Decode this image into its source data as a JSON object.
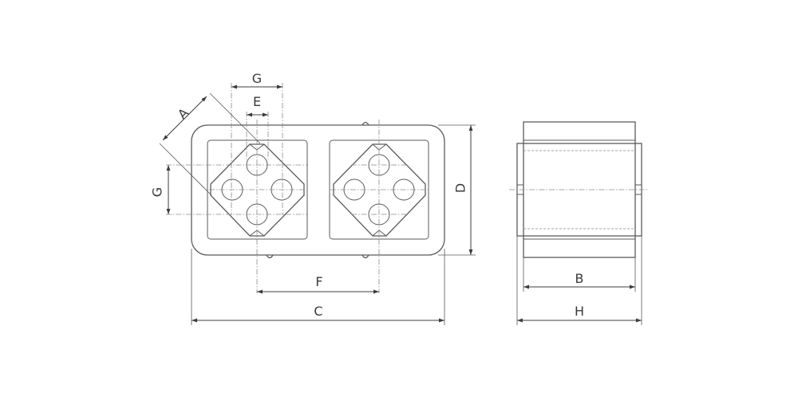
{
  "labels": {
    "A": "A",
    "B": "B",
    "C": "C",
    "D": "D",
    "E": "E",
    "F": "F",
    "G_top": "G",
    "G_left": "G",
    "H": "H"
  }
}
